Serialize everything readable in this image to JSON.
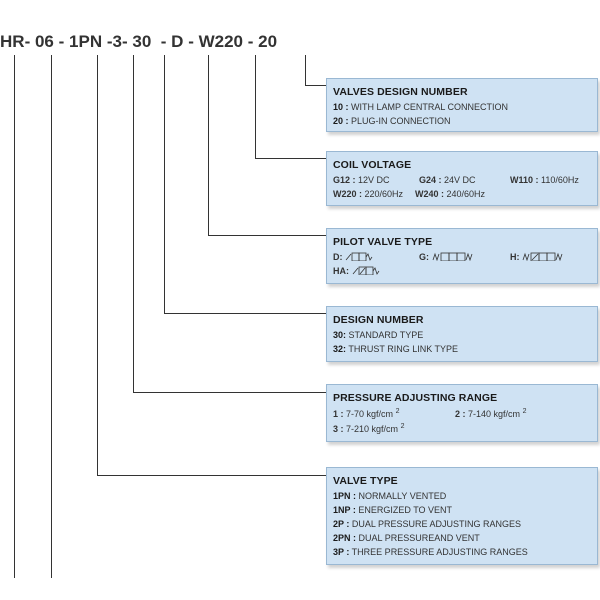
{
  "code": {
    "parts": [
      "HR",
      "06",
      "1PN",
      "3",
      "30",
      "D",
      "W220",
      "20"
    ],
    "separator": "-"
  },
  "boxes": {
    "valves_design": {
      "title": "VALVES DESIGN NUMBER",
      "rows": [
        {
          "key": "10 :",
          "text": " WITH LAMP CENTRAL CONNECTION"
        },
        {
          "key": "20 :",
          "text": " PLUG-IN CONNECTION"
        }
      ]
    },
    "coil_voltage": {
      "title": "COIL VOLTAGE",
      "items": [
        {
          "key": "G12 :",
          "text": " 12V DC"
        },
        {
          "key": "G24 :",
          "text": " 24V DC"
        },
        {
          "key": "W110 :",
          "text": " 110/60Hz"
        },
        {
          "key": "W220 :",
          "text": " 220/60Hz"
        },
        {
          "key": "W240 :",
          "text": " 240/60Hz"
        }
      ]
    },
    "pilot_valve": {
      "title": "PILOT VALVE TYPE",
      "items": [
        {
          "key": "D:",
          "symbol": "d-symbol-icon"
        },
        {
          "key": "G:",
          "symbol": "g-symbol-icon"
        },
        {
          "key": "H:",
          "symbol": "h-symbol-icon"
        },
        {
          "key": "HA:",
          "symbol": "ha-symbol-icon"
        }
      ]
    },
    "design_number": {
      "title": "DESIGN NUMBER",
      "rows": [
        {
          "key": "30:",
          "text": " STANDARD TYPE"
        },
        {
          "key": "32:",
          "text": " THRUST RING LINK TYPE"
        }
      ]
    },
    "pressure_range": {
      "title": "PRESSURE ADJUSTING RANGE",
      "items": [
        {
          "key": "1 :",
          "text": " 7-70 kgf/cm",
          "sup": "2"
        },
        {
          "key": "2 :",
          "text": " 7-140 kgf/cm",
          "sup": "2"
        },
        {
          "key": "3 :",
          "text": " 7-210 kgf/cm",
          "sup": "2"
        }
      ]
    },
    "valve_type": {
      "title": "VALVE TYPE",
      "rows": [
        {
          "key": "1PN :",
          "text": " NORMALLY VENTED"
        },
        {
          "key": "1NP :",
          "text": " ENERGIZED TO VENT"
        },
        {
          "key": "2P :",
          "text": " DUAL PRESSURE ADJUSTING RANGES"
        },
        {
          "key": "2PN :",
          "text": " DUAL PRESSUREAND VENT"
        },
        {
          "key": "3P :",
          "text": " THREE PRESSURE ADJUSTING RANGES"
        }
      ]
    }
  },
  "colors": {
    "box_fill": "#cfe2f3",
    "box_border": "#9ab8d3",
    "line": "#333333"
  }
}
